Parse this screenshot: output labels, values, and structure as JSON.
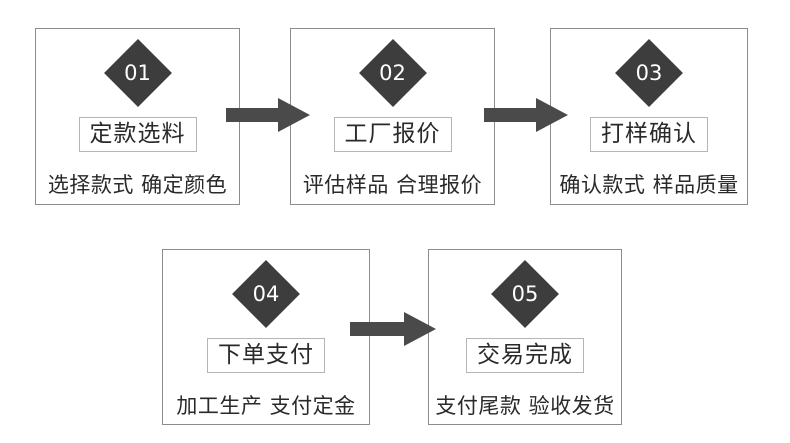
{
  "diagram": {
    "type": "process-flow",
    "title_visible": false,
    "colors": {
      "box_border": "#8c8c8c",
      "diamond_fill": "#3d3d3d",
      "label_border": "#b5b5b5",
      "arrow_fill": "#4a4a4a",
      "text": "#2a2a2a",
      "background": "#ffffff"
    },
    "steps": [
      {
        "number": "01",
        "title": "定款选料",
        "caption": "选择款式 确定颜色",
        "row": 1
      },
      {
        "number": "02",
        "title": "工厂报价",
        "caption": "评估样品 合理报价",
        "row": 1
      },
      {
        "number": "03",
        "title": "打样确认",
        "caption": "确认款式 样品质量",
        "row": 1
      },
      {
        "number": "04",
        "title": "下单支付",
        "caption": "加工生产 支付定金",
        "row": 2
      },
      {
        "number": "05",
        "title": "交易完成",
        "caption": "支付尾款 验收发货",
        "row": 2
      }
    ],
    "arrows": [
      {
        "from": "01",
        "to": "02"
      },
      {
        "from": "02",
        "to": "03"
      },
      {
        "from": "04",
        "to": "05"
      }
    ]
  }
}
